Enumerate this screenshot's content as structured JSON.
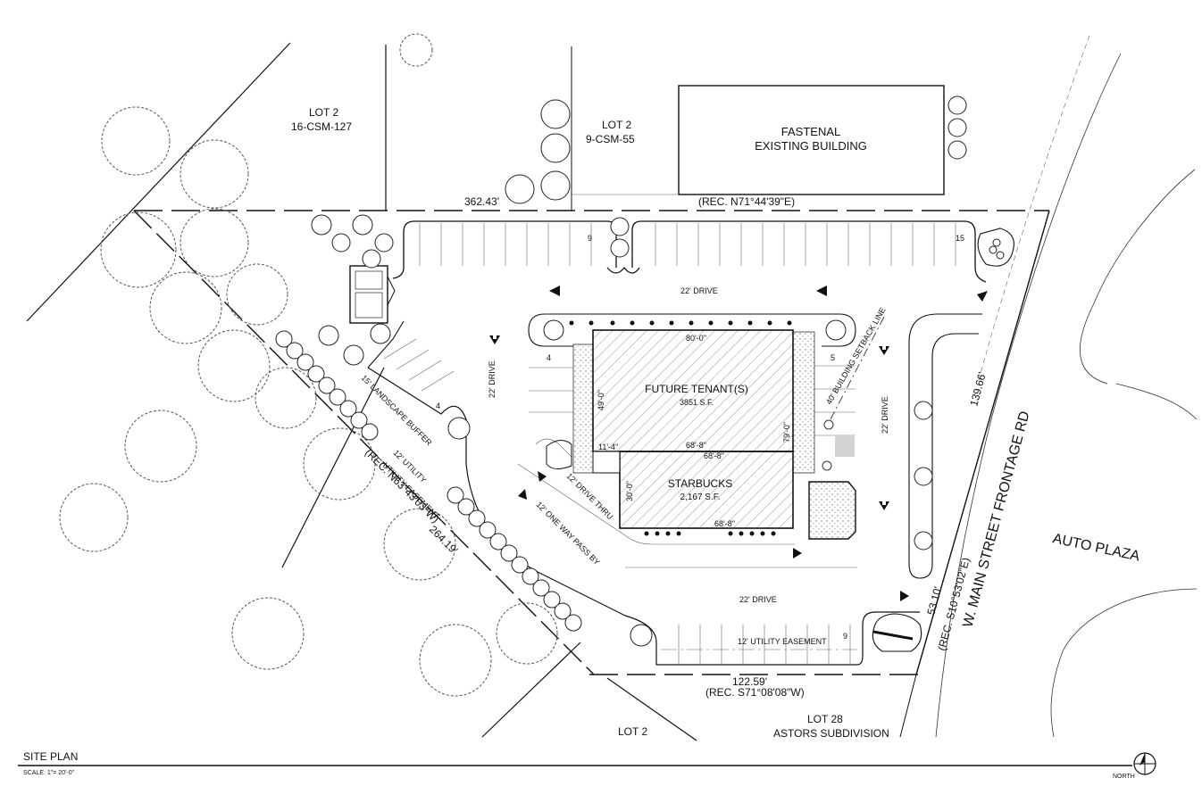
{
  "labels": {
    "lot2_nw": "LOT 2",
    "csm_nw": "16-CSM-127",
    "lot2_n": "LOT 2",
    "csm_n": "9-CSM-55",
    "fastenal_1": "FASTENAL",
    "fastenal_2": "EXISTING BUILDING",
    "dim_north": "362.43'",
    "rec_north": "(REC. N71°44'39\"E)",
    "stall_count_9a": "9",
    "stall_count_15": "15",
    "drive_north": "22' DRIVE",
    "drive_west": "22' DRIVE",
    "drive_east": "22' DRIVE",
    "drive_south": "22' DRIVE",
    "stall_4a": "4",
    "stall_4b": "4",
    "stall_5": "5",
    "stall_9b": "9",
    "future_tenant": "FUTURE TENANT(S)",
    "future_sf": "3851 S.F.",
    "starbucks": "STARBUCKS",
    "starbucks_sf": "2,167 S.F.",
    "dim_80": "80'-0\"",
    "dim_49": "49'-0\"",
    "dim_79": "79'-0\"",
    "dim_68a": "68'-8\"",
    "dim_68b": "68'-8\"",
    "dim_68c": "68'-8\"",
    "dim_11": "11'-4\"",
    "dim_30": "30'-0\"",
    "drive_thru": "12' DRIVE THRU",
    "pass_by": "12' ONE WAY PASS BY",
    "landscape_buffer": "15' LANDSCAPE BUFFER",
    "utility_1": "12' UTILITY",
    "utility_2": "UTILITY EASEMENT",
    "rec_west": "(REC. N63°43'03\"W)",
    "dim_264": "264.19'",
    "setback": "40' BUILDING SETBACK LINE",
    "dim_139": "139.66'",
    "frontage_rd": "W. MAIN STREET FRONTAGE RD",
    "auto_plaza": "AUTO PLAZA",
    "dim_53": "53.10'",
    "rec_east": "(REC. S10°53'02\"E)",
    "utility_south": "12' UTILITY EASEMENT",
    "dim_122": "122.59'",
    "rec_south": "(REC. S71°08'08\"W)",
    "lot2_s": "LOT 2",
    "lot28": "LOT 28",
    "astors": "ASTORS SUBDIVISION",
    "site_plan": "SITE PLAN",
    "scale": "SCALE: 1\"= 20'-0\"",
    "north": "NORTH"
  },
  "colors": {
    "ink": "#111111",
    "hatch": "#9a9a9a",
    "paper": "#ffffff"
  },
  "icons": [
    "north-arrow-icon",
    "traffic-arrow-icon",
    "accessible-parking-icon",
    "deciduous-tree-icon",
    "shrub-icon"
  ]
}
